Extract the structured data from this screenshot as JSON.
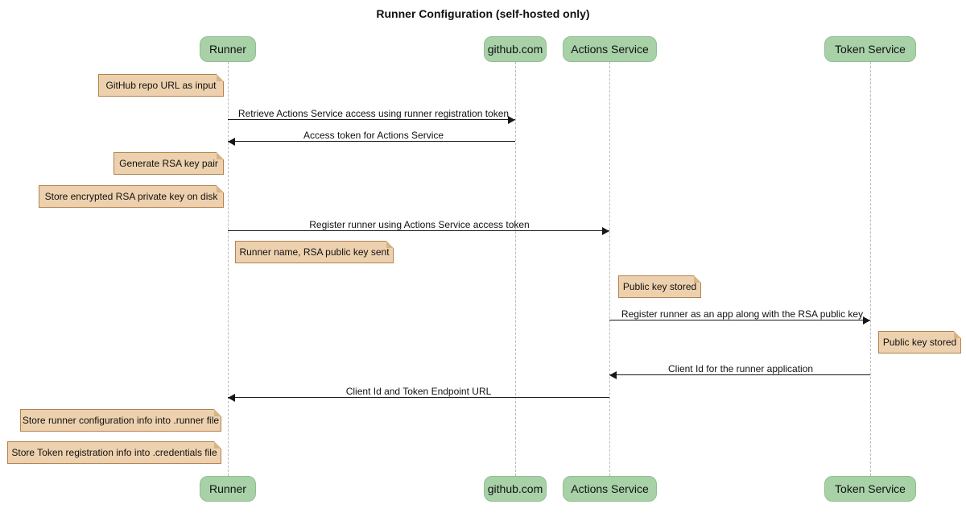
{
  "title": "Runner Configuration (self-hosted only)",
  "diagram_type": "sequence-diagram",
  "colors": {
    "background": "#FFFFFF",
    "text": "#111111",
    "participant_fill": "#A8D1A8",
    "participant_border": "#8FBF8F",
    "note_fill": "#EDD1AE",
    "note_border": "#B2834E",
    "note_fold": "#D9B384",
    "lifeline": "#BBBBBB",
    "line": "#181818"
  },
  "participants": [
    {
      "label": "Runner"
    },
    {
      "label": "github.com"
    },
    {
      "label": "Actions Service"
    },
    {
      "label": "Token Service"
    }
  ],
  "messages": [
    {
      "from": "Runner",
      "to": "github.com",
      "text": "Retrieve Actions Service access using runner registration token"
    },
    {
      "from": "github.com",
      "to": "Runner",
      "text": "Access token for Actions Service"
    },
    {
      "from": "Runner",
      "to": "Actions Service",
      "text": "Register runner using Actions Service access token"
    },
    {
      "from": "Actions Service",
      "to": "Token Service",
      "text": "Register runner as an app along with the RSA public key"
    },
    {
      "from": "Token Service",
      "to": "Actions Service",
      "text": "Client Id for the runner application"
    },
    {
      "from": "Actions Service",
      "to": "Runner",
      "text": "Client Id and Token Endpoint URL"
    }
  ],
  "notes": [
    {
      "anchor": "Runner",
      "side": "left",
      "text": "GitHub repo URL as input"
    },
    {
      "anchor": "Runner",
      "side": "left",
      "text": "Generate RSA key pair"
    },
    {
      "anchor": "Runner",
      "side": "left",
      "text": "Store encrypted RSA private key on disk"
    },
    {
      "anchor": "Runner",
      "side": "right",
      "text": "Runner name, RSA public key sent"
    },
    {
      "anchor": "Actions Service",
      "side": "right",
      "text": "Public key stored"
    },
    {
      "anchor": "Token Service",
      "side": "right",
      "text": "Public key stored"
    },
    {
      "anchor": "Runner",
      "side": "left",
      "text": "Store runner configuration info into .runner file"
    },
    {
      "anchor": "Runner",
      "side": "left",
      "text": "Store Token registration info into .credentials file"
    }
  ]
}
